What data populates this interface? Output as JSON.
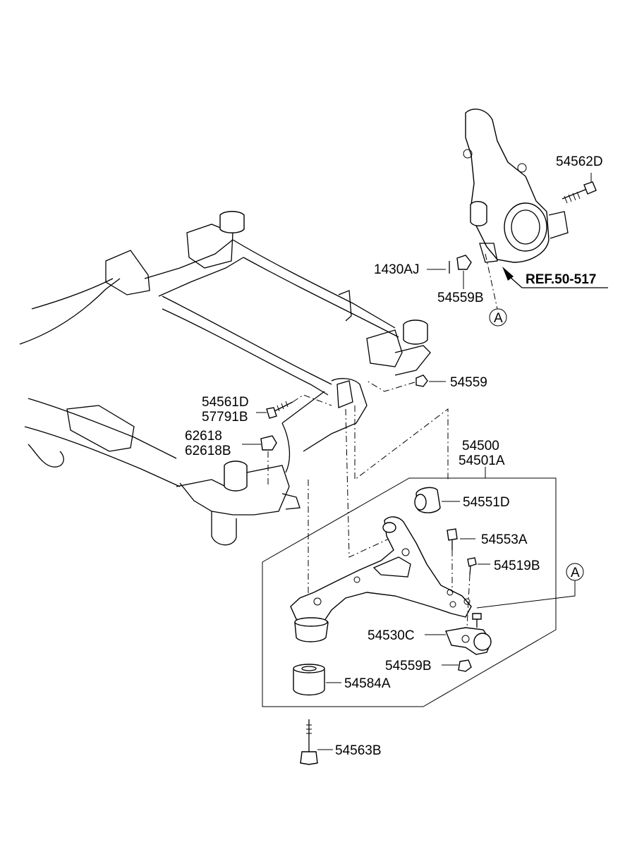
{
  "labels": {
    "p54562D": "54562D",
    "p1430AJ": "1430AJ",
    "p54559B_top": "54559B",
    "ref": "REF.50-517",
    "callout_a_top": "A",
    "p54559": "54559",
    "p54561D": "54561D",
    "p57791B": "57791B",
    "p62618": "62618",
    "p62618B": "62618B",
    "p54500": "54500",
    "p54501A": "54501A",
    "p54551D": "54551D",
    "p54553A": "54553A",
    "p54519B": "54519B",
    "callout_a_right": "A",
    "p54530C": "54530C",
    "p54559B_bottom": "54559B",
    "p54584A": "54584A",
    "p54563B": "54563B"
  }
}
